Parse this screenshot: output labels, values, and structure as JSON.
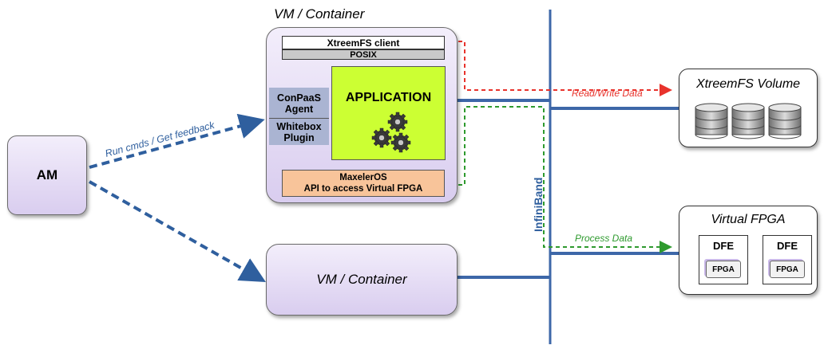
{
  "am": {
    "label": "AM"
  },
  "vm_top": {
    "caption": "VM / Container",
    "xtreemfs_client": "XtreemFS client",
    "posix": "POSIX",
    "conpaas_agent": [
      "ConPaaS",
      "Agent"
    ],
    "whitebox_plugin": [
      "Whitebox",
      "Plugin"
    ],
    "application": "APPLICATION",
    "maxeler": [
      "MaxelerOS",
      "API to access Virtual FPGA"
    ]
  },
  "vm_bottom": {
    "label": "VM / Container"
  },
  "edges": {
    "run_cmds": "Run cmds / Get feedback",
    "read_write": "Read/Write Data",
    "process_data": "Process Data"
  },
  "infiniband": {
    "label": "InfiniBand"
  },
  "xtreemfs_volume": {
    "title": "XtreemFS Volume",
    "disk_count": 3
  },
  "virtual_fpga": {
    "title": "Virtual FPGA",
    "dfe_units": [
      {
        "dfe": "DFE",
        "fpga": "FPGA"
      },
      {
        "dfe": "DFE",
        "fpga": "FPGA"
      }
    ]
  },
  "colors": {
    "bus": "#3d67a8",
    "dashed_blue": "#2f5f9e",
    "read_write": "#e8332c",
    "process": "#2e9a2e",
    "application": "#ccff33",
    "maxeler": "#f8c49a",
    "plugin": "#aab4d2"
  }
}
